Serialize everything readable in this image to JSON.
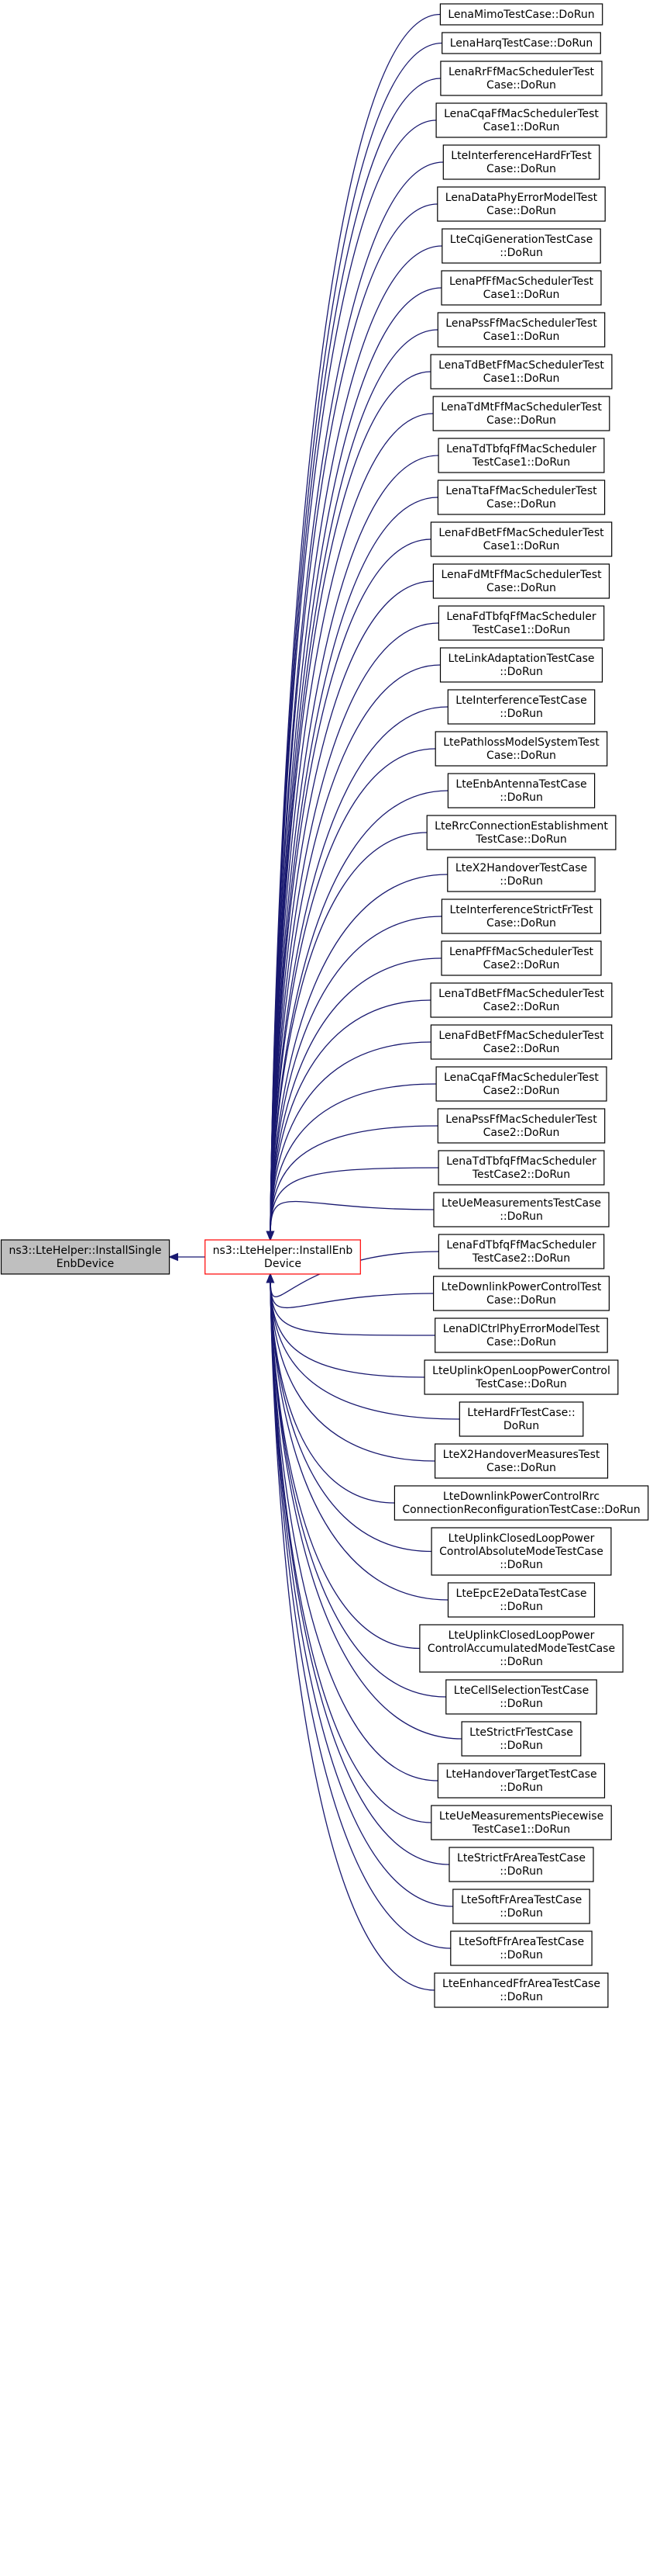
{
  "graph": {
    "root": {
      "lines": [
        "ns3::LteHelper::InstallSingle",
        "EnbDevice"
      ]
    },
    "focus": {
      "lines": [
        "ns3::LteHelper::InstallEnb",
        "Device"
      ]
    },
    "callers": [
      {
        "lines": [
          "LenaMimoTestCase::DoRun"
        ]
      },
      {
        "lines": [
          "LenaHarqTestCase::DoRun"
        ]
      },
      {
        "lines": [
          "LenaRrFfMacSchedulerTest",
          "Case::DoRun"
        ]
      },
      {
        "lines": [
          "LenaCqaFfMacSchedulerTest",
          "Case1::DoRun"
        ]
      },
      {
        "lines": [
          "LteInterferenceHardFrTest",
          "Case::DoRun"
        ]
      },
      {
        "lines": [
          "LenaDataPhyErrorModelTest",
          "Case::DoRun"
        ]
      },
      {
        "lines": [
          "LteCqiGenerationTestCase",
          "::DoRun"
        ]
      },
      {
        "lines": [
          "LenaPfFfMacSchedulerTest",
          "Case1::DoRun"
        ]
      },
      {
        "lines": [
          "LenaPssFfMacSchedulerTest",
          "Case1::DoRun"
        ]
      },
      {
        "lines": [
          "LenaTdBetFfMacSchedulerTest",
          "Case1::DoRun"
        ]
      },
      {
        "lines": [
          "LenaTdMtFfMacSchedulerTest",
          "Case::DoRun"
        ]
      },
      {
        "lines": [
          "LenaTdTbfqFfMacScheduler",
          "TestCase1::DoRun"
        ]
      },
      {
        "lines": [
          "LenaTtaFfMacSchedulerTest",
          "Case::DoRun"
        ]
      },
      {
        "lines": [
          "LenaFdBetFfMacSchedulerTest",
          "Case1::DoRun"
        ]
      },
      {
        "lines": [
          "LenaFdMtFfMacSchedulerTest",
          "Case::DoRun"
        ]
      },
      {
        "lines": [
          "LenaFdTbfqFfMacScheduler",
          "TestCase1::DoRun"
        ]
      },
      {
        "lines": [
          "LteLinkAdaptationTestCase",
          "::DoRun"
        ]
      },
      {
        "lines": [
          "LteInterferenceTestCase",
          "::DoRun"
        ]
      },
      {
        "lines": [
          "LtePathlossModelSystemTest",
          "Case::DoRun"
        ]
      },
      {
        "lines": [
          "LteEnbAntennaTestCase",
          "::DoRun"
        ]
      },
      {
        "lines": [
          "LteRrcConnectionEstablishment",
          "TestCase::DoRun"
        ]
      },
      {
        "lines": [
          "LteX2HandoverTestCase",
          "::DoRun"
        ]
      },
      {
        "lines": [
          "LteInterferenceStrictFrTest",
          "Case::DoRun"
        ]
      },
      {
        "lines": [
          "LenaPfFfMacSchedulerTest",
          "Case2::DoRun"
        ]
      },
      {
        "lines": [
          "LenaTdBetFfMacSchedulerTest",
          "Case2::DoRun"
        ]
      },
      {
        "lines": [
          "LenaFdBetFfMacSchedulerTest",
          "Case2::DoRun"
        ]
      },
      {
        "lines": [
          "LenaCqaFfMacSchedulerTest",
          "Case2::DoRun"
        ]
      },
      {
        "lines": [
          "LenaPssFfMacSchedulerTest",
          "Case2::DoRun"
        ]
      },
      {
        "lines": [
          "LenaTdTbfqFfMacScheduler",
          "TestCase2::DoRun"
        ]
      },
      {
        "lines": [
          "LteUeMeasurementsTestCase",
          "::DoRun"
        ]
      },
      {
        "lines": [
          "LenaFdTbfqFfMacScheduler",
          "TestCase2::DoRun"
        ]
      },
      {
        "lines": [
          "LteDownlinkPowerControlTest",
          "Case::DoRun"
        ]
      },
      {
        "lines": [
          "LenaDlCtrlPhyErrorModelTest",
          "Case::DoRun"
        ]
      },
      {
        "lines": [
          "LteUplinkOpenLoopPowerControl",
          "TestCase::DoRun"
        ]
      },
      {
        "lines": [
          "LteHardFrTestCase::",
          "DoRun"
        ]
      },
      {
        "lines": [
          "LteX2HandoverMeasuresTest",
          "Case::DoRun"
        ]
      },
      {
        "lines": [
          "LteDownlinkPowerControlRrc",
          "ConnectionReconfigurationTestCase::DoRun"
        ]
      },
      {
        "lines": [
          "LteUplinkClosedLoopPower",
          "ControlAbsoluteModeTestCase",
          "::DoRun"
        ]
      },
      {
        "lines": [
          "LteEpcE2eDataTestCase",
          "::DoRun"
        ]
      },
      {
        "lines": [
          "LteUplinkClosedLoopPower",
          "ControlAccumulatedModeTestCase",
          "::DoRun"
        ]
      },
      {
        "lines": [
          "LteCellSelectionTestCase",
          "::DoRun"
        ]
      },
      {
        "lines": [
          "LteStrictFrTestCase",
          "::DoRun"
        ]
      },
      {
        "lines": [
          "LteHandoverTargetTestCase",
          "::DoRun"
        ]
      },
      {
        "lines": [
          "LteUeMeasurementsPiecewise",
          "TestCase1::DoRun"
        ]
      },
      {
        "lines": [
          "LteStrictFrAreaTestCase",
          "::DoRun"
        ]
      },
      {
        "lines": [
          "LteSoftFrAreaTestCase",
          "::DoRun"
        ]
      },
      {
        "lines": [
          "LteSoftFfrAreaTestCase",
          "::DoRun"
        ]
      },
      {
        "lines": [
          "LteEnhancedFfrAreaTestCase",
          "::DoRun"
        ]
      }
    ]
  },
  "colors": {
    "edge": "#191970",
    "root_fill": "#bfbfbf",
    "focus_border": "#ff0000"
  }
}
